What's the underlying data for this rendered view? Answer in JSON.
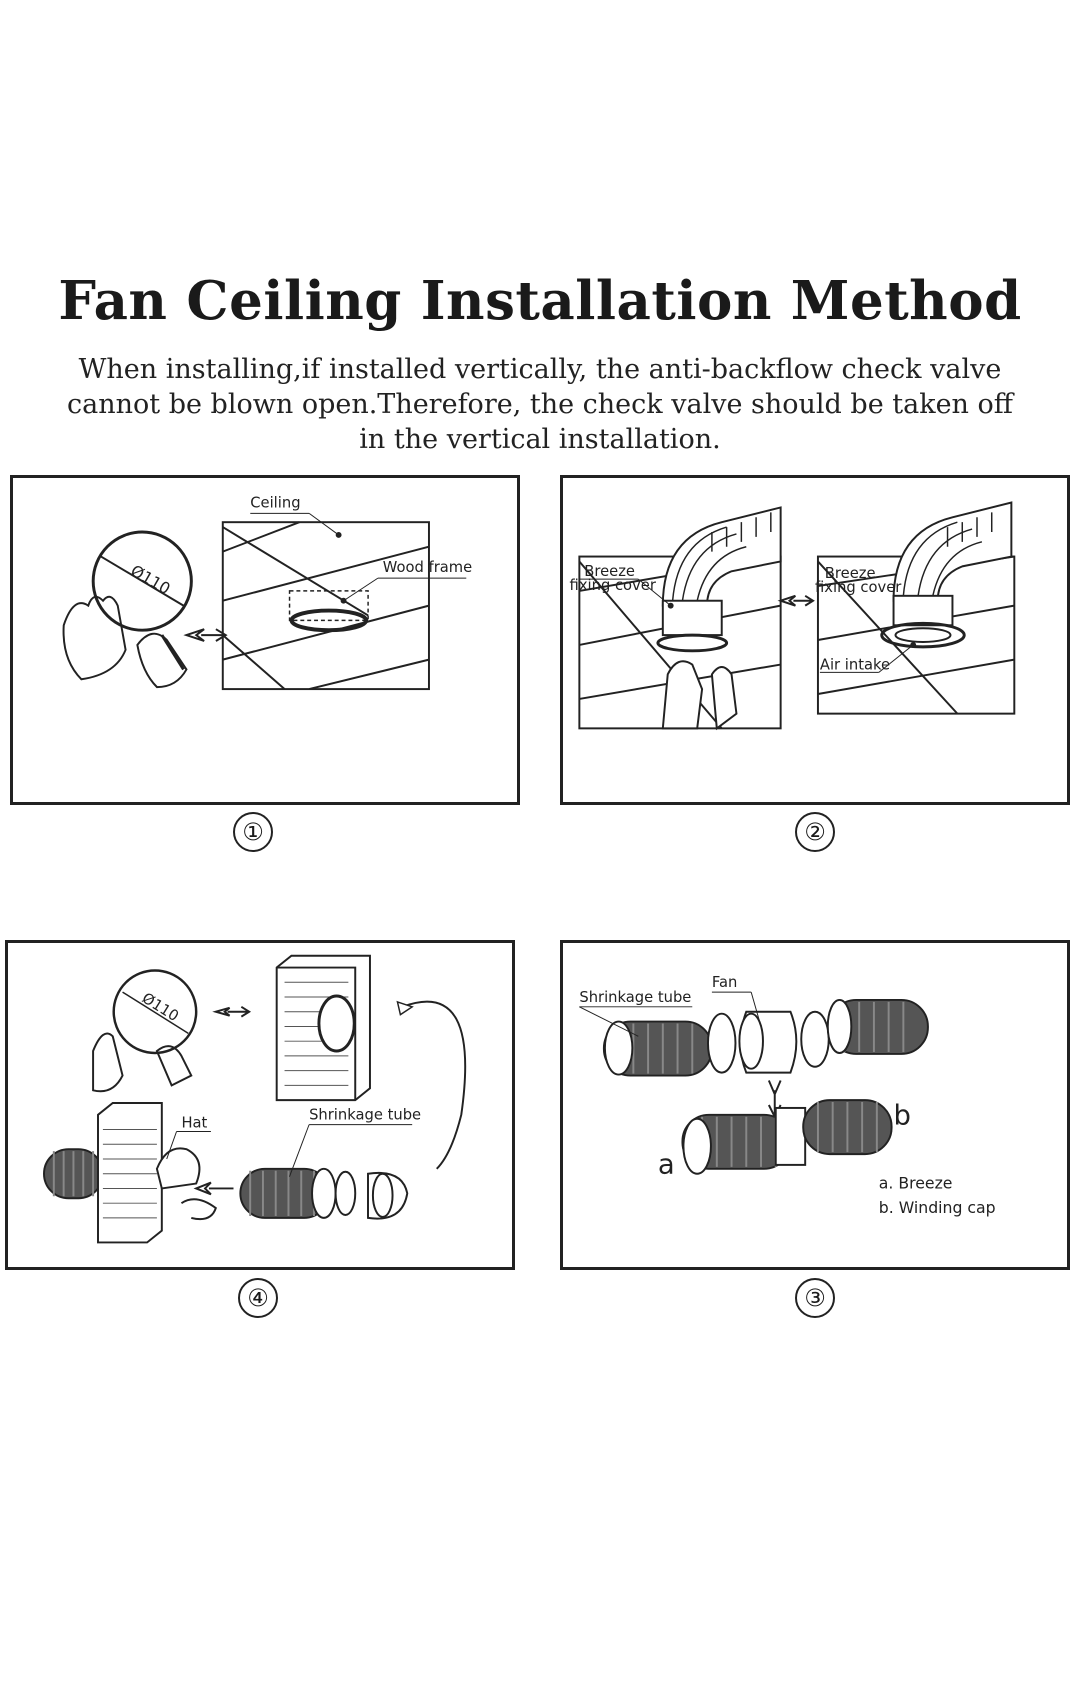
{
  "title": "Fan Ceiling Installation Method",
  "subtitle": "When installing,if installed vertically, the anti-backflow check valve cannot be blown open.Therefore, the check valve should be taken off in the vertical installation.",
  "panels": {
    "p1": {
      "number": "①",
      "diameter": "Ø110",
      "ceiling": "Ceiling",
      "wood_frame": "Wood frame"
    },
    "p2": {
      "number": "②",
      "breeze1": "Breeze",
      "fixing1": "fixing cover",
      "breeze2": "Breeze",
      "fixing2": "fixing cover",
      "air_intake": "Air intake"
    },
    "p4": {
      "number": "④",
      "diameter": "Ø110",
      "hat": "Hat",
      "shrinkage": "Shrinkage tube"
    },
    "p3": {
      "number": "③",
      "shrinkage": "Shrinkage tube",
      "fan": "Fan",
      "a": "a",
      "b": "b",
      "legend_a": "a. Breeze",
      "legend_b": "b. Winding cap"
    }
  },
  "colors": {
    "line": "#222222",
    "tube_dark": "#555555",
    "background": "#ffffff"
  }
}
